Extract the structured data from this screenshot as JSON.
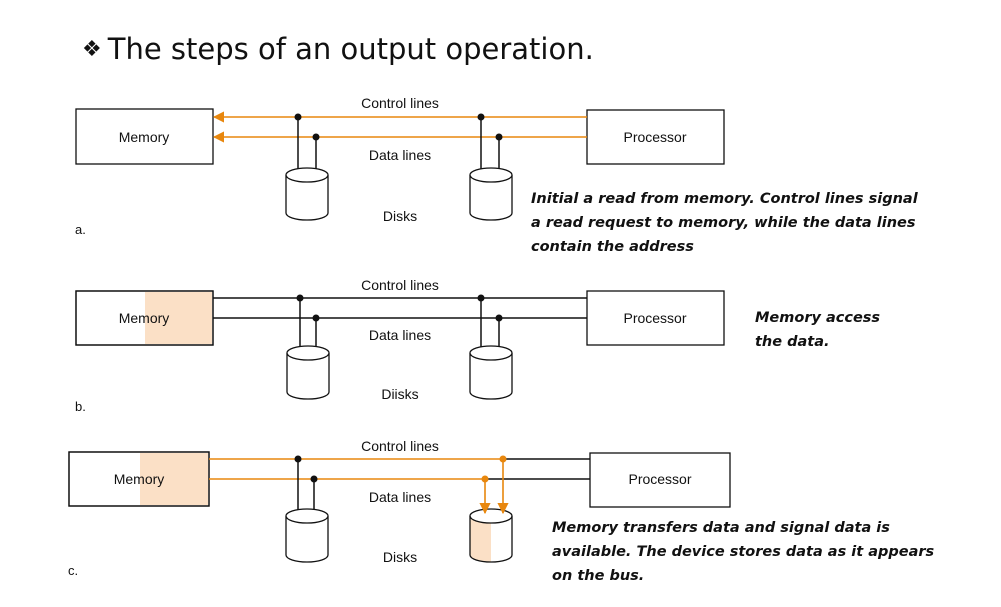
{
  "title": "The steps of an output operation.",
  "title_bullet_icon": "four-diamond-bullet-icon",
  "colors": {
    "highlight": "#e8870e",
    "fill": "#fbe0c6",
    "line": "#111111"
  },
  "labels": {
    "memory": "Memory",
    "processor": "Processor",
    "control_lines": "Control lines",
    "data_lines": "Data lines",
    "disks_a": "Disks",
    "disks_b": "Diisks",
    "disks_c": "Disks"
  },
  "panels": {
    "a": {
      "caption": "a.",
      "note": [
        "Initial a read from memory. Control lines signal",
        "a read request  to memory, while the data lines",
        "contain the address"
      ]
    },
    "b": {
      "caption": "b.",
      "note": [
        "Memory access",
        "the data."
      ]
    },
    "c": {
      "caption": "c.",
      "note": [
        "Memory transfers data and signal data is",
        "available. The device stores data as it appears",
        "on the bus."
      ]
    }
  }
}
